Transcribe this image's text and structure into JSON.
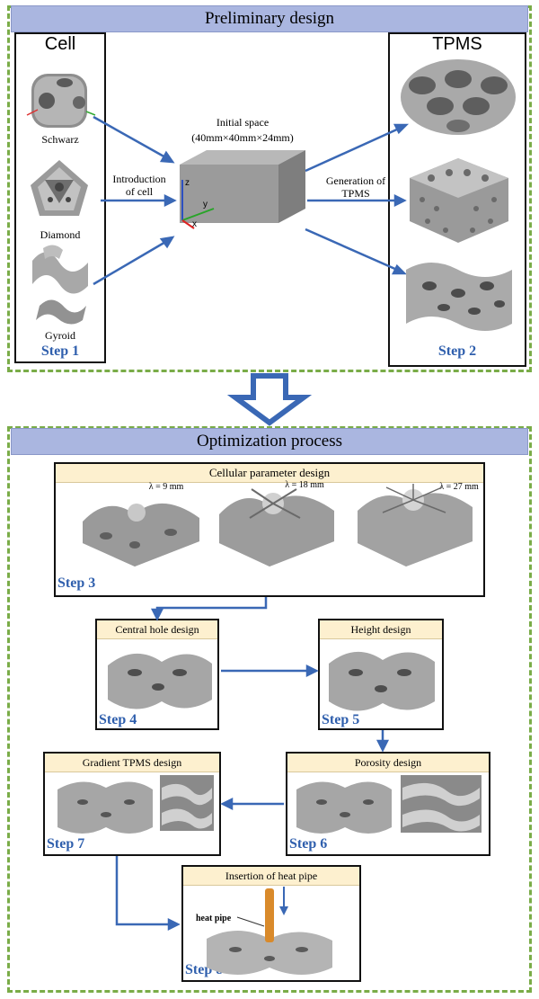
{
  "preliminary": {
    "banner": "Preliminary design",
    "cell_title": "Cell",
    "tpms_title": "TPMS",
    "cells": [
      "Schwarz",
      "Diamond",
      "Gyroid"
    ],
    "step1": "Step 1",
    "step2": "Step 2",
    "intro_label_1": "Introduction",
    "intro_label_2": "of cell",
    "space_label_1": "Initial space",
    "space_label_2": "(40mm×40mm×24mm)",
    "gen_label_1": "Generation of",
    "gen_label_2": "TPMS",
    "axis_z": "z",
    "axis_y": "y",
    "axis_x": "x"
  },
  "optimization": {
    "banner": "Optimization process",
    "cellular": {
      "title": "Cellular parameter design",
      "lambdas": [
        "λ = 9 mm",
        "λ = 18 mm",
        "λ = 27 mm"
      ],
      "step": "Step 3"
    },
    "central_hole": {
      "title": "Central hole design",
      "step": "Step 4"
    },
    "height": {
      "title": "Height design",
      "step": "Step 5"
    },
    "porosity": {
      "title": "Porosity design",
      "step": "Step 6"
    },
    "gradient": {
      "title": "Gradient TPMS design",
      "step": "Step 7"
    },
    "heat_pipe": {
      "title": "Insertion of heat pipe",
      "label": "heat pipe",
      "step": "Step 8"
    }
  },
  "colors": {
    "accent_arrow": "#3a68b5",
    "frame_dash": "#7aac48",
    "banner_bg": "#aab6e0",
    "header_bg": "#fdf0cf",
    "step_text": "#2f5fad",
    "heat_pipe": "#d98a2b"
  }
}
